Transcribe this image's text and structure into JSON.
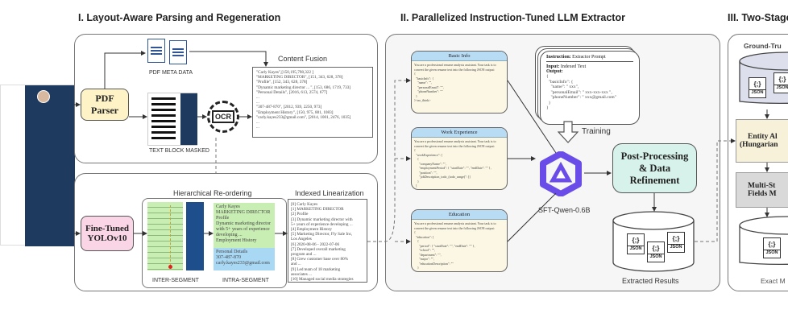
{
  "sections": {
    "s1": "I. Layout-Aware Parsing and Regeneration",
    "s2": "II. Parallelized Instruction-Tuned LLM Extractor",
    "s3": "III. Two-Stage"
  },
  "s1": {
    "pdf_parser": "PDF Parser",
    "pdf_meta": "PDF META DATA",
    "text_block": "TEXT BLOCK MASKED",
    "ocr": "OCR",
    "content_fusion_label": "Content Fusion",
    "content_fusion": "\"Carly Kayes\",[150,195,798,322 ]\n\"MARKETING DIRECTOR\", [151, 343, 628, 378]\n\"Profile\", [152, 343, 628, 378]\n\"Dynamic marketing director ... \", [153, 686, 1719, 733]\n\"Personal Details\", [2016, 613, 2574, 677]\n...\n...\n\"307-487-870\", [2012, 939, 2250, 973]\n\"Employment History\", [150, 975, 881, 1083]\n\"carly.kayes233@gmail.com\", [2014, 1001, 2476, 1035]\n...\n...",
    "yolo": "Fine-Tuned YOLOv10",
    "reorder_label": "Hierarchical Re-ordering",
    "inter": "INTER-SEGMENT",
    "intra": "INTRA-SEGMENT",
    "intra_green": "Carly Kayes\nMARKETING DIRECTOR\nProfile\nDynamic marketing director\nwith 5+ years of experience\ndeveloping ...\nEmployment History",
    "intra_blue": "Personal Details\n307-487-870\ncarly.kayes233@gmail.com",
    "linear_label": "Indexed Linearization",
    "linear": "[0] Carly Kayes\n[1] MARKETING DIRECTOR\n[2] Profile\n[3] Dynamic marketing director with\n5+ years of experience developing ...\n[4] Employment History\n[5] Marketing Director, Fly Sale Inc,\nLos Angeles\n[6] 2020-08-06 - 2022-07-06\n[7] Developed overall marketing\nprogram and ...\n[8] Grew customer base over 80%\nand ...\n[9] Led team of 18 marketing\nassociates ...\n[10] Managed social media strategies\nacross channels"
  },
  "s2": {
    "prompts": [
      {
        "title": "Basic Info",
        "body": "You are a professional resume analysis assistant. Your task is to\nconvert the given resume text into the following JSON output:\n{\n  \"basicInfo\": {\n    \"name\": \"\",\n    \"personalEmail\": \"\",\n    \"phoneNumber\": \"\"\n  }\n}<no_think>"
      },
      {
        "title": "Work Experience",
        "body": "You are a professional resume analysis assistant. Your task is to\nconvert the given resume text into the following JSON output:\n{\n  \"workExperience\": [\n    {\n      \"companyName\": \"\",\n      \"employmentPeriod\": { \"startDate\": \"\", \"endDate\": \"\" },\n      \"position\": \"\",\n      \"jobDescription_todo_(todo_range)\": []\n    }\n  ]\n}<no_think>"
      },
      {
        "title": "Education",
        "body": "You are a professional resume analysis assistant. Your task is to\nconvert the given resume text into the following JSON output:\n{\n  \"education\": [\n    {\n      \"period\": { \"startDate\": \"\", \"endDate\": \"\" },\n      \"school\": \"\",\n      \"department\": \"\",\n      \"major\": \"\",\n      \"educationDescription\": \"\"\n    }\n  ]\n}"
      }
    ],
    "extractor_instruction_key": "Instruction:",
    "extractor_instruction_val": "Extractor Prompt",
    "extractor_input_key": "Input:",
    "extractor_input_val": "Indexed Text",
    "extractor_output_key": "Output:",
    "extractor_body": "{\n  \"basicInfo\": {\n    \"name\": \" xxx\",\n    \"personalEmail\": \" xxx-xxx-xxx \",\n    \"phoneNumber\": \" xxx@gmail.com\"\n  }\n}",
    "training": "Training",
    "model": "SFT-Qwen-0.6B",
    "post": "Post-Processing & Data Refinement",
    "extracted": "Extracted Results",
    "json": "JSON",
    "json_glyph": "{;}"
  },
  "s3": {
    "gt": "Ground-Tru",
    "entity1": "Entity Al",
    "entity2": "(Hungarian",
    "multi1": "Multi-St",
    "multi2": "Fields M",
    "exact": "Exact M"
  },
  "colors": {
    "pdf_parser": "#fdf3c6",
    "yolo": "#f9d5e5",
    "post": "#d6f2ea",
    "entity": "#f7f1d9",
    "multi": "#d9d9d9",
    "prompt_header": "#b9dcf5",
    "green": "#c9eeb4",
    "blue": "#a9d8f5"
  }
}
